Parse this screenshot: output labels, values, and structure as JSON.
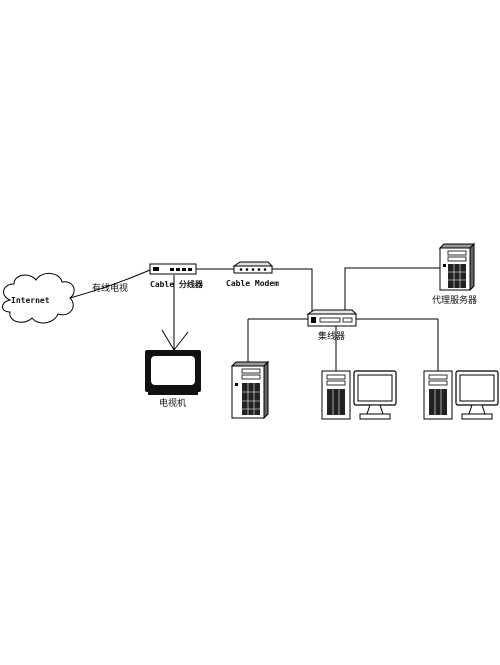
{
  "diagram": {
    "nodes": {
      "internet": {
        "label": "Internet",
        "icon": "cloud-icon"
      },
      "cable_tv_label": {
        "label": "有线电视"
      },
      "splitter": {
        "label": "Cable  分线器",
        "icon": "splitter-icon"
      },
      "modem": {
        "label": "Cable Modem",
        "icon": "modem-icon"
      },
      "television": {
        "label": "电视机",
        "icon": "television-icon"
      },
      "hub": {
        "label": "集线器",
        "icon": "hub-icon"
      },
      "proxy_server": {
        "label": "代理服务器",
        "icon": "server-tower-icon"
      },
      "server": {
        "icon": "server-tower-icon"
      },
      "workstation_1": {
        "icon": "desktop-computer-icon"
      },
      "workstation_2": {
        "icon": "desktop-computer-icon"
      }
    },
    "edges": [
      [
        "internet",
        "splitter"
      ],
      [
        "splitter",
        "modem"
      ],
      [
        "splitter",
        "television"
      ],
      [
        "modem",
        "hub"
      ],
      [
        "hub",
        "proxy_server"
      ],
      [
        "hub",
        "server"
      ],
      [
        "hub",
        "workstation_1"
      ],
      [
        "hub",
        "workstation_2"
      ]
    ]
  }
}
